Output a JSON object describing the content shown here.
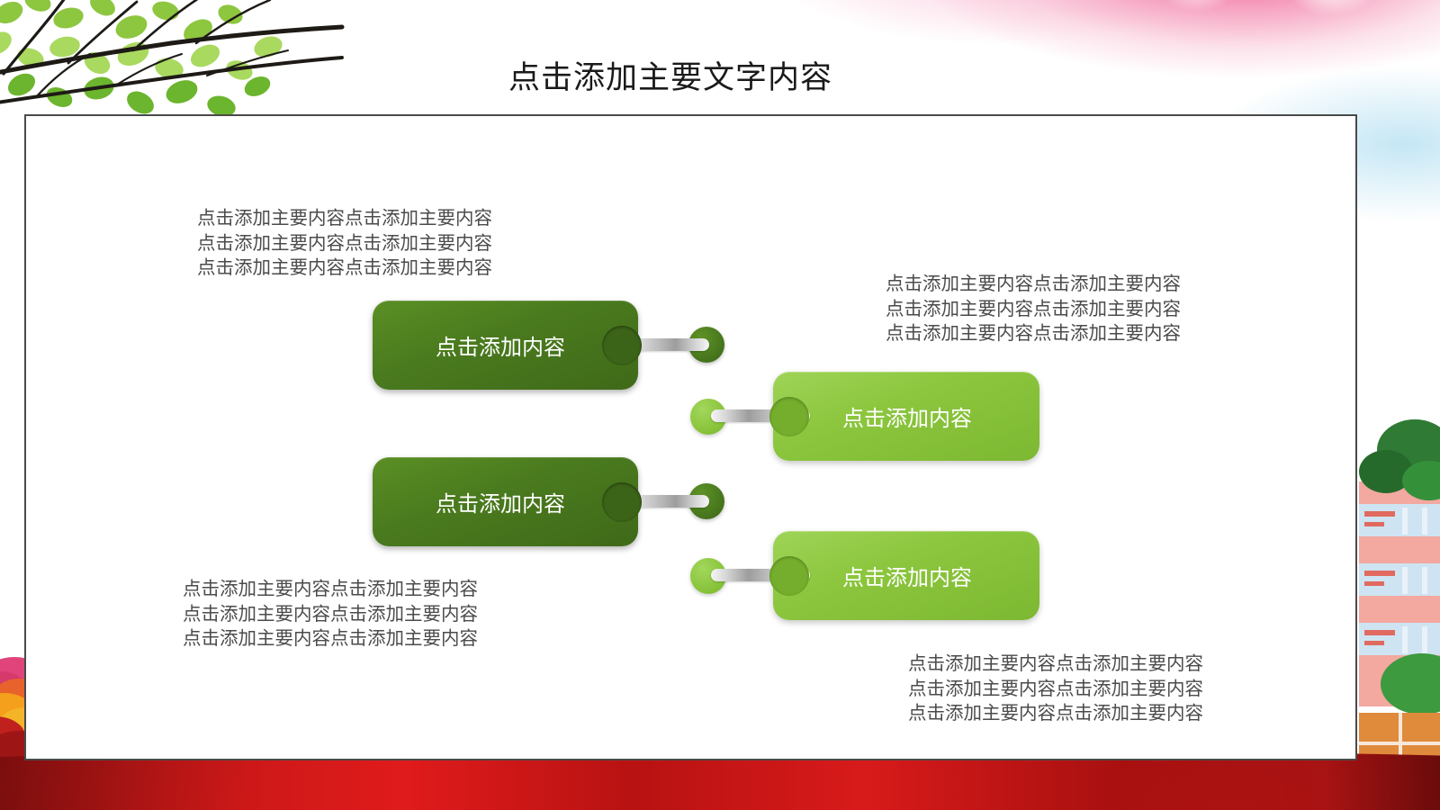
{
  "slide": {
    "title": "点击添加主要文字内容",
    "background": {
      "top_left_decoration": "tree-branch-leaves",
      "top_right_decoration": "pink-blue-bokeh-gradient",
      "bottom_left_decoration": "red-orange-flowers",
      "bottom_right_decoration": "school-building-illustration",
      "bottom_decoration": "red-silk-ribbon"
    },
    "colors": {
      "dark_green": "#4a7a1e",
      "dark_green_notch": "#3c6418",
      "light_green": "#8cc63e",
      "light_green_notch": "#74ae2c",
      "connector_silver": "#b9b9b9",
      "panel_border": "#4a4a4a",
      "body_text": "#4b4b4b",
      "title_text": "#1a1a1a",
      "ribbon_red": "#c41717",
      "bokeh_pink": "#ee558c"
    }
  },
  "paragraphs": {
    "top_left": {
      "line1": "点击添加主要内容点击添加主要内容",
      "line2": "点击添加主要内容点击添加主要内容",
      "line3": "点击添加主要内容点击添加主要内容"
    },
    "top_right": {
      "line1": "点击添加主要内容点击添加主要内容",
      "line2": "点击添加主要内容点击添加主要内容",
      "line3": "点击添加主要内容点击添加主要内容"
    },
    "bottom_left": {
      "line1": "点击添加主要内容点击添加主要内容",
      "line2": "点击添加主要内容点击添加主要内容",
      "line3": "点击添加主要内容点击添加主要内容"
    },
    "bottom_right": {
      "line1": "点击添加主要内容点击添加主要内容",
      "line2": "点击添加主要内容点击添加主要内容",
      "line3": "点击添加主要内容点击添加主要内容"
    }
  },
  "tags": [
    {
      "id": "tag-1",
      "label": "点击添加内容",
      "style": "dark",
      "side": "left"
    },
    {
      "id": "tag-2",
      "label": "点击添加内容",
      "style": "light",
      "side": "right"
    },
    {
      "id": "tag-3",
      "label": "点击添加内容",
      "style": "dark",
      "side": "left"
    },
    {
      "id": "tag-4",
      "label": "点击添加内容",
      "style": "light",
      "side": "right"
    }
  ]
}
